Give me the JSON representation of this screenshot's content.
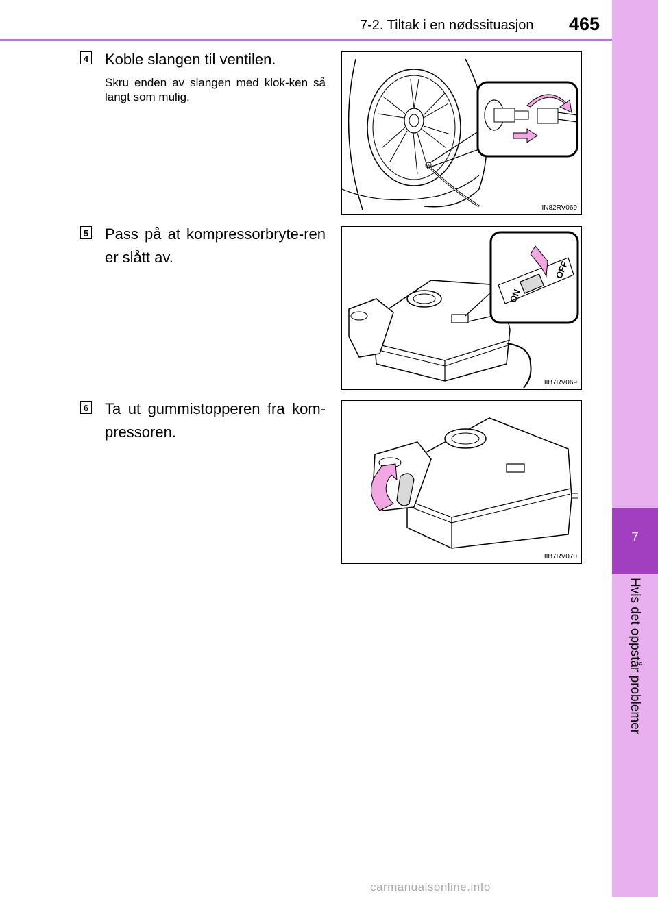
{
  "header": {
    "section": "7-2. Tiltak i en nødssituasjon",
    "page_number": "465"
  },
  "side_tab": {
    "chapter_number": "7",
    "chapter_title": "Hvis det oppstår problemer"
  },
  "steps": [
    {
      "number": "4",
      "title": "Koble slangen til ventilen.",
      "description": "Skru enden av slangen med klok-ken så langt som mulig.",
      "figure_code": "IN82RV069"
    },
    {
      "number": "5",
      "title": "Pass på at kompressorbryte-ren er slått av.",
      "figure_code": "IIB7RV069",
      "figure_labels": {
        "on": "ON",
        "off": "OFF"
      }
    },
    {
      "number": "6",
      "title": "Ta ut gummistopperen fra kom-pressoren.",
      "figure_code": "IIB7RV070"
    }
  ],
  "footer": {
    "watermark": "carmanualsonline.info"
  },
  "colors": {
    "accent": "#b86fd6",
    "tab": "#e8b0ef",
    "chapter_box": "#a23fc0",
    "arrow": "#f2a6e2"
  }
}
